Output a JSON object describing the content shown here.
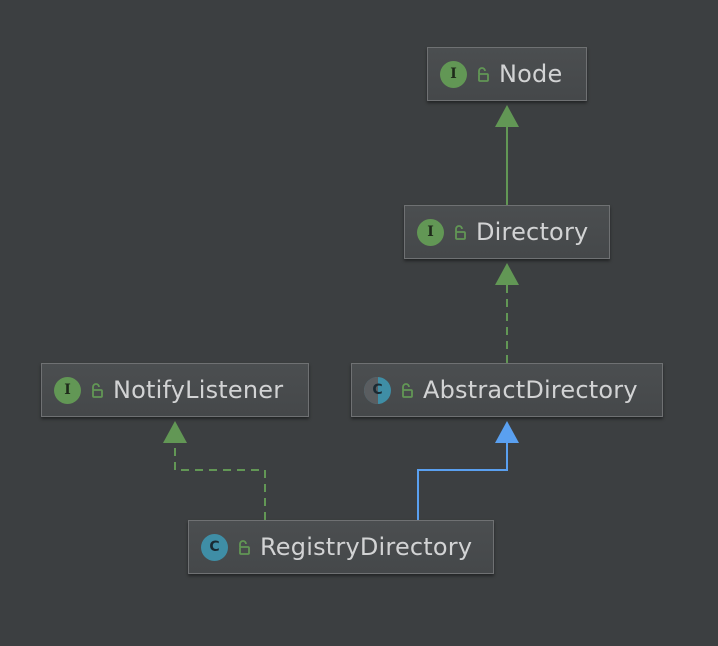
{
  "colors": {
    "background": "#3c3f41",
    "interface_badge": "#629755",
    "class_badge": "#3f8ea6",
    "implements_edge": "#629755",
    "extends_edge": "#5aa0f0"
  },
  "nodes": {
    "node": {
      "label": "Node",
      "kind": "interface",
      "badge": "I",
      "icon": "lock-open-icon"
    },
    "directory": {
      "label": "Directory",
      "kind": "interface",
      "badge": "I",
      "icon": "lock-open-icon"
    },
    "notify_listener": {
      "label": "NotifyListener",
      "kind": "interface",
      "badge": "I",
      "icon": "lock-open-icon"
    },
    "abstract_directory": {
      "label": "AbstractDirectory",
      "kind": "abstract-class",
      "badge": "C",
      "icon": "lock-open-icon"
    },
    "registry_directory": {
      "label": "RegistryDirectory",
      "kind": "class",
      "badge": "C",
      "icon": "lock-open-icon"
    }
  },
  "edges": [
    {
      "from": "directory",
      "to": "node",
      "type": "extends-interface",
      "style": "solid",
      "color": "#629755"
    },
    {
      "from": "abstract_directory",
      "to": "directory",
      "type": "implements",
      "style": "dashed",
      "color": "#629755"
    },
    {
      "from": "registry_directory",
      "to": "notify_listener",
      "type": "implements",
      "style": "dashed",
      "color": "#629755"
    },
    {
      "from": "registry_directory",
      "to": "abstract_directory",
      "type": "extends",
      "style": "solid",
      "color": "#5aa0f0"
    }
  ]
}
